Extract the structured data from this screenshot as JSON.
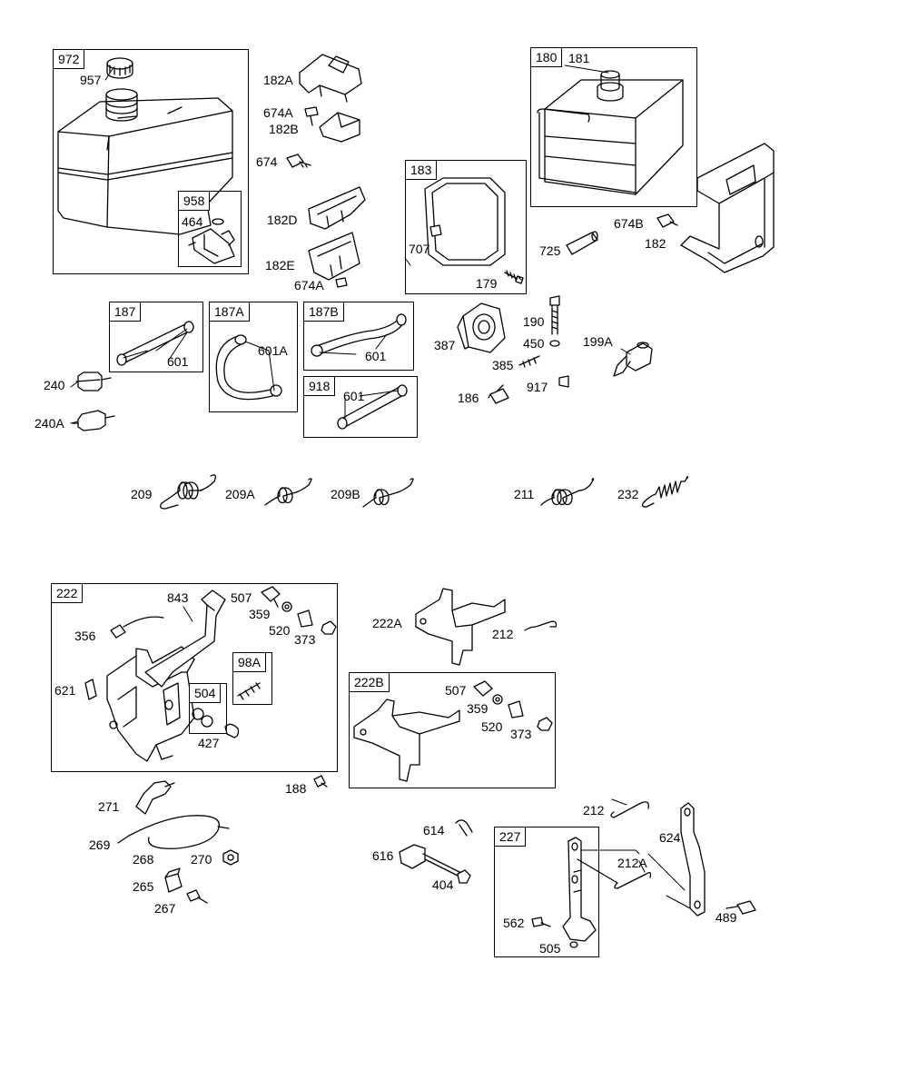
{
  "groups": {
    "g972": "972",
    "g958": "958",
    "g180": "180",
    "g183": "183",
    "g187": "187",
    "g187a": "187A",
    "g187b": "187B",
    "g918": "918",
    "g222": "222",
    "g98a": "98A",
    "g504": "504",
    "g222b": "222B",
    "g227": "227"
  },
  "callouts": {
    "p957": "957",
    "p464": "464",
    "p182a": "182A",
    "p674a_1": "674A",
    "p182b": "182B",
    "p674": "674",
    "p182d": "182D",
    "p182e": "182E",
    "p674a_2": "674A",
    "p181": "181",
    "p707": "707",
    "p179": "179",
    "p674b": "674B",
    "p182": "182",
    "p725": "725",
    "p601_187": "601",
    "p601a": "601A",
    "p601_187b": "601",
    "p601_918": "601",
    "p240": "240",
    "p240a": "240A",
    "p387": "387",
    "p190": "190",
    "p450": "450",
    "p385": "385",
    "p199a": "199A",
    "p186": "186",
    "p917": "917",
    "p209": "209",
    "p209a": "209A",
    "p209b": "209B",
    "p211": "211",
    "p232": "232",
    "p843": "843",
    "p507_1": "507",
    "p359_1": "359",
    "p520_1": "520",
    "p373_1": "373",
    "p356": "356",
    "p621": "621",
    "p427": "427",
    "p222a": "222A",
    "p212_1": "212",
    "p507_2": "507",
    "p359_2": "359",
    "p520_2": "520",
    "p373_2": "373",
    "p188": "188",
    "p271": "271",
    "p269": "269",
    "p268": "268",
    "p270": "270",
    "p265": "265",
    "p267": "267",
    "p614": "614",
    "p616": "616",
    "p404": "404",
    "p212_2": "212",
    "p624": "624",
    "p212a": "212A",
    "p562": "562",
    "p505": "505",
    "p489": "489"
  }
}
